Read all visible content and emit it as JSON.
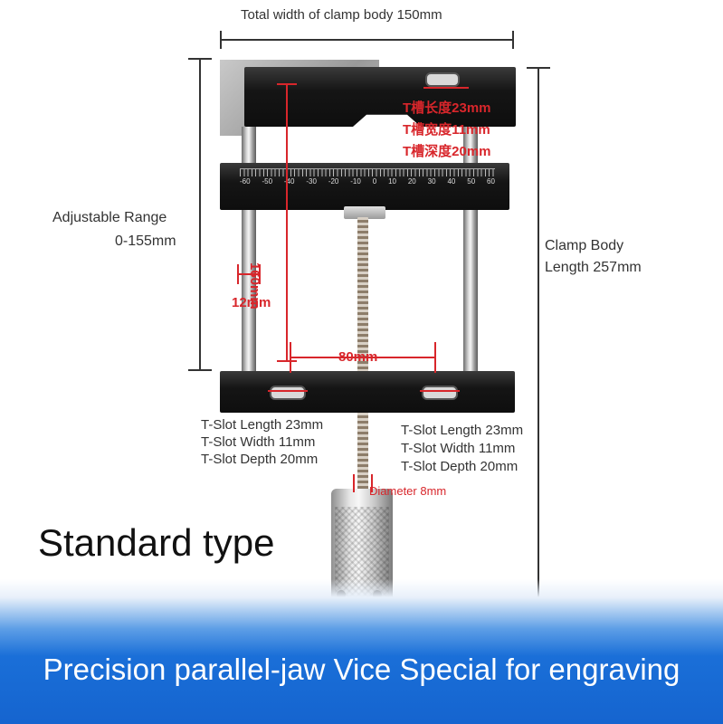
{
  "labels": {
    "total_width": "Total width of clamp body 150mm",
    "adjustable_range_1": "Adjustable Range",
    "adjustable_range_2": "0-155mm",
    "clamp_body_1": "Clamp Body",
    "clamp_body_2": "Length 257mm",
    "t_slot_left": [
      "T-Slot Length 23mm",
      "T-Slot Width 11mm",
      "T-Slot Depth 20mm"
    ],
    "t_slot_right": [
      "T-Slot Length 23mm",
      "T-Slot Width 11mm",
      "T-Slot Depth 20mm"
    ],
    "diameter": "Diameter 8mm",
    "cn_t_slot": [
      "T槽长度23mm",
      "T槽宽度11mm",
      "T槽深度20mm"
    ],
    "dim_160": "160mm",
    "dim_12": "12mm",
    "dim_80": "80mm"
  },
  "scale_ticks": [
    "-60",
    "-50",
    "-40",
    "-30",
    "-20",
    "-10",
    "0",
    "10",
    "20",
    "30",
    "40",
    "50",
    "60"
  ],
  "type_title": "Standard type",
  "banner_title": "Precision parallel-jaw Vice Special for engraving",
  "colors": {
    "accent_red": "#d8262b",
    "banner_blue": "#1564cf"
  }
}
